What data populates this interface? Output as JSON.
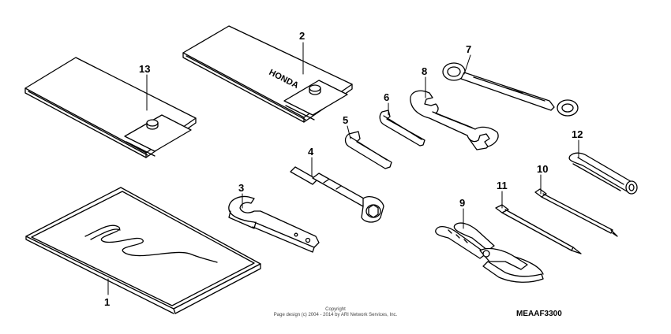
{
  "diagram": {
    "callouts": [
      "1",
      "2",
      "3",
      "4",
      "5",
      "6",
      "7",
      "8",
      "9",
      "10",
      "11",
      "12",
      "13"
    ],
    "pouch_brand": "HONDA",
    "copyright_line1": "Copyright",
    "copyright_line2": "Page design (c) 2004 - 2014 by ARI Network Services, Inc.",
    "diagram_code": "MEAAF3300"
  }
}
